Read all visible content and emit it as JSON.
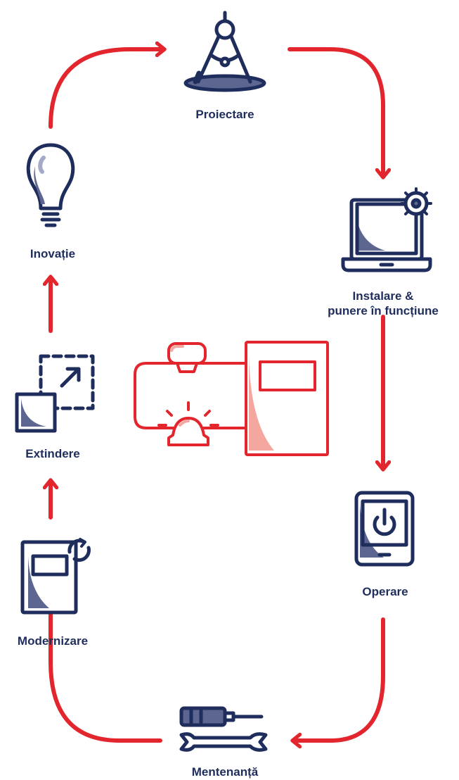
{
  "colors": {
    "navy": "#1f2d5c",
    "navy_shade": "#5d6690",
    "light_shade": "#a3a9c6",
    "red": "#e3262d",
    "red_shade": "#f4a79e",
    "white": "#ffffff"
  },
  "stages": [
    {
      "id": "proiectare",
      "label": "Proiectare",
      "icon": "compass-icon"
    },
    {
      "id": "instalare",
      "label_line1": "Instalare &",
      "label_line2": "punere în funcțiune",
      "icon": "laptop-gear-icon"
    },
    {
      "id": "operare",
      "label": "Operare",
      "icon": "tablet-power-icon"
    },
    {
      "id": "mentenanta",
      "label": "Mentenanță",
      "icon": "screwdriver-wrench-icon"
    },
    {
      "id": "modernizare",
      "label": "Modernizare",
      "icon": "panel-refresh-icon"
    },
    {
      "id": "extindere",
      "label": "Extindere",
      "icon": "expand-icon"
    },
    {
      "id": "inovatie",
      "label": "Inovație",
      "icon": "lightbulb-icon"
    }
  ],
  "center_icon": "fire-alarm-system-icon"
}
